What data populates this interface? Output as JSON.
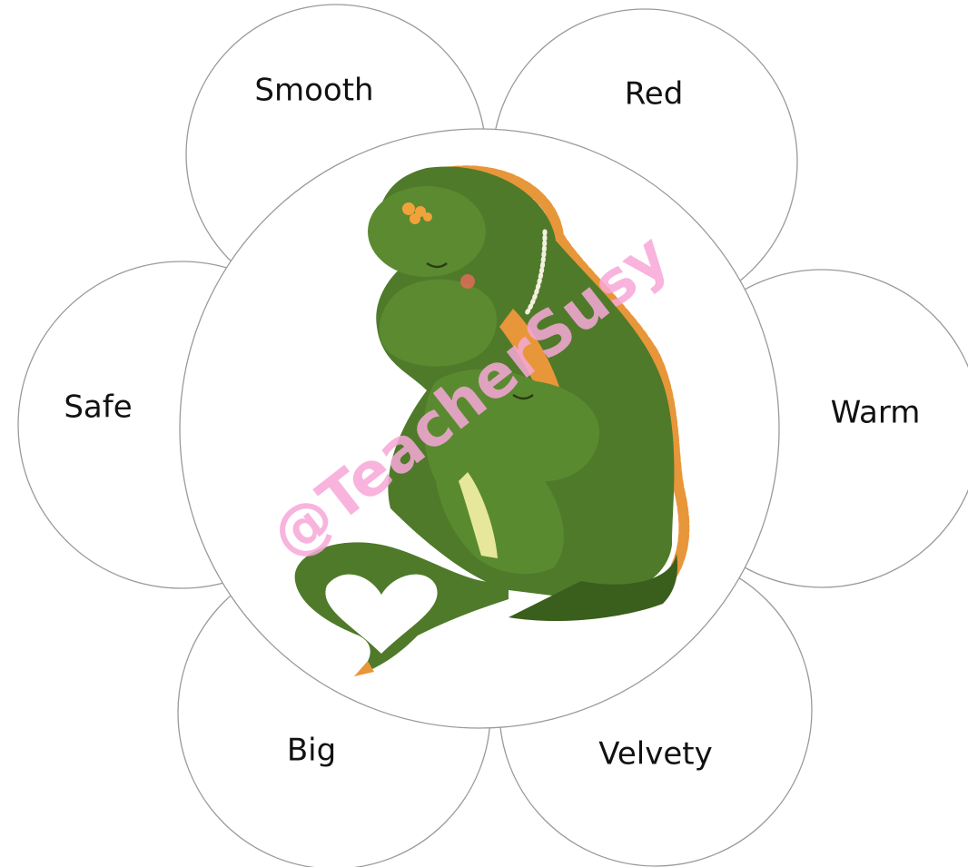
{
  "petals": [
    {
      "label": "Smooth"
    },
    {
      "label": "Red"
    },
    {
      "label": "Warm"
    },
    {
      "label": "Velvety"
    },
    {
      "label": "Big"
    },
    {
      "label": "Safe"
    }
  ],
  "center": {
    "image": "mother-and-baby-crocodile-hugging",
    "watermark": "@TeacherSusy"
  },
  "colors": {
    "outline": "#9a9a9a",
    "crocodile": "#4f7a2a",
    "crocodile_dark": "#3a5e1c",
    "belly": "#e6e79a",
    "spikes": "#e8963a",
    "watermark": "#f7a8d8"
  }
}
